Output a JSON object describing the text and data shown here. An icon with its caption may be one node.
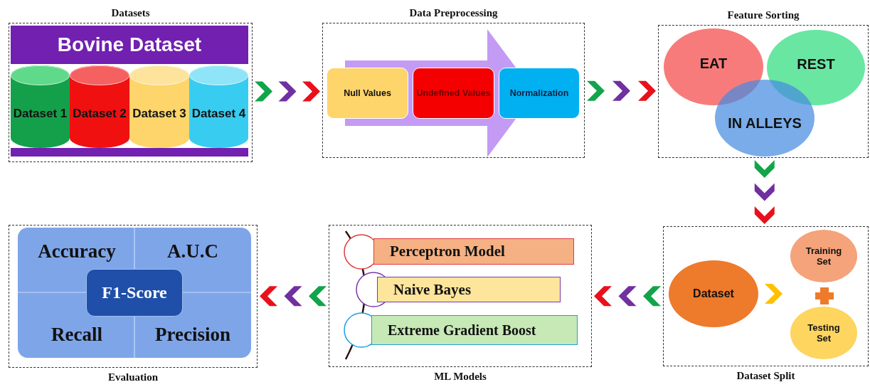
{
  "diagram": {
    "nodes": [
      {
        "text": [
          "Datasets"
        ]
      },
      {
        "text": [
          "Bovine Dataset"
        ],
        "in": 0
      },
      {
        "text": [
          "Dataset 1"
        ],
        "in": 0
      },
      {
        "text": [
          "Dataset 2"
        ],
        "in": 0
      },
      {
        "text": [
          "Dataset 3"
        ],
        "in": 0
      },
      {
        "text": [
          "Dataset 4"
        ],
        "in": 0
      },
      {
        "text": [
          "Data Preprocessing"
        ]
      },
      {
        "text": [
          "Null Values"
        ],
        "in": 6
      },
      {
        "text": [
          "Undefined Values"
        ],
        "in": 6
      },
      {
        "text": [
          "Normalization"
        ],
        "in": 6
      },
      {
        "text": [
          "Feature Sorting"
        ]
      },
      {
        "text": [
          "EAT"
        ],
        "in": 10
      },
      {
        "text": [
          "REST"
        ],
        "in": 10
      },
      {
        "text": [
          "IN ALLEYS"
        ],
        "in": 10
      },
      {
        "text": [
          "Dataset Split"
        ]
      },
      {
        "text": [
          "Dataset"
        ],
        "in": 14
      },
      {
        "text": [
          "Training Set"
        ],
        "in": 14
      },
      {
        "text": [
          "Testing Set"
        ],
        "in": 14
      },
      {
        "text": [
          "ML Models"
        ]
      },
      {
        "text": [
          "Perceptron Model"
        ],
        "in": 18
      },
      {
        "text": [
          "Naive Bayes"
        ],
        "in": 18
      },
      {
        "text": [
          "Extreme Gradient Boost"
        ],
        "in": 18
      },
      {
        "text": [
          "Evaluation"
        ]
      },
      {
        "text": [
          "Accuracy"
        ],
        "in": 22
      },
      {
        "text": [
          "A.U.C"
        ],
        "in": 22
      },
      {
        "text": [
          "F1-Score"
        ],
        "in": 22
      },
      {
        "text": [
          "Recall"
        ],
        "in": 22
      },
      {
        "text": [
          "Precision"
        ],
        "in": 22
      }
    ],
    "edges": [
      {
        "from": 0,
        "to": 6,
        "arrow": "to"
      },
      {
        "from": 6,
        "to": 10,
        "arrow": "to"
      },
      {
        "from": 10,
        "to": 14,
        "arrow": "to"
      },
      {
        "from": 14,
        "to": 18,
        "arrow": "to"
      },
      {
        "from": 18,
        "to": 22,
        "arrow": "to"
      },
      {
        "from": 15,
        "to": null,
        "arrow": "to",
        "color": "#ffc000"
      },
      {
        "from": 7,
        "to": 9,
        "arrow": "to",
        "style": "thick",
        "color": "#c39bf5"
      }
    ]
  }
}
